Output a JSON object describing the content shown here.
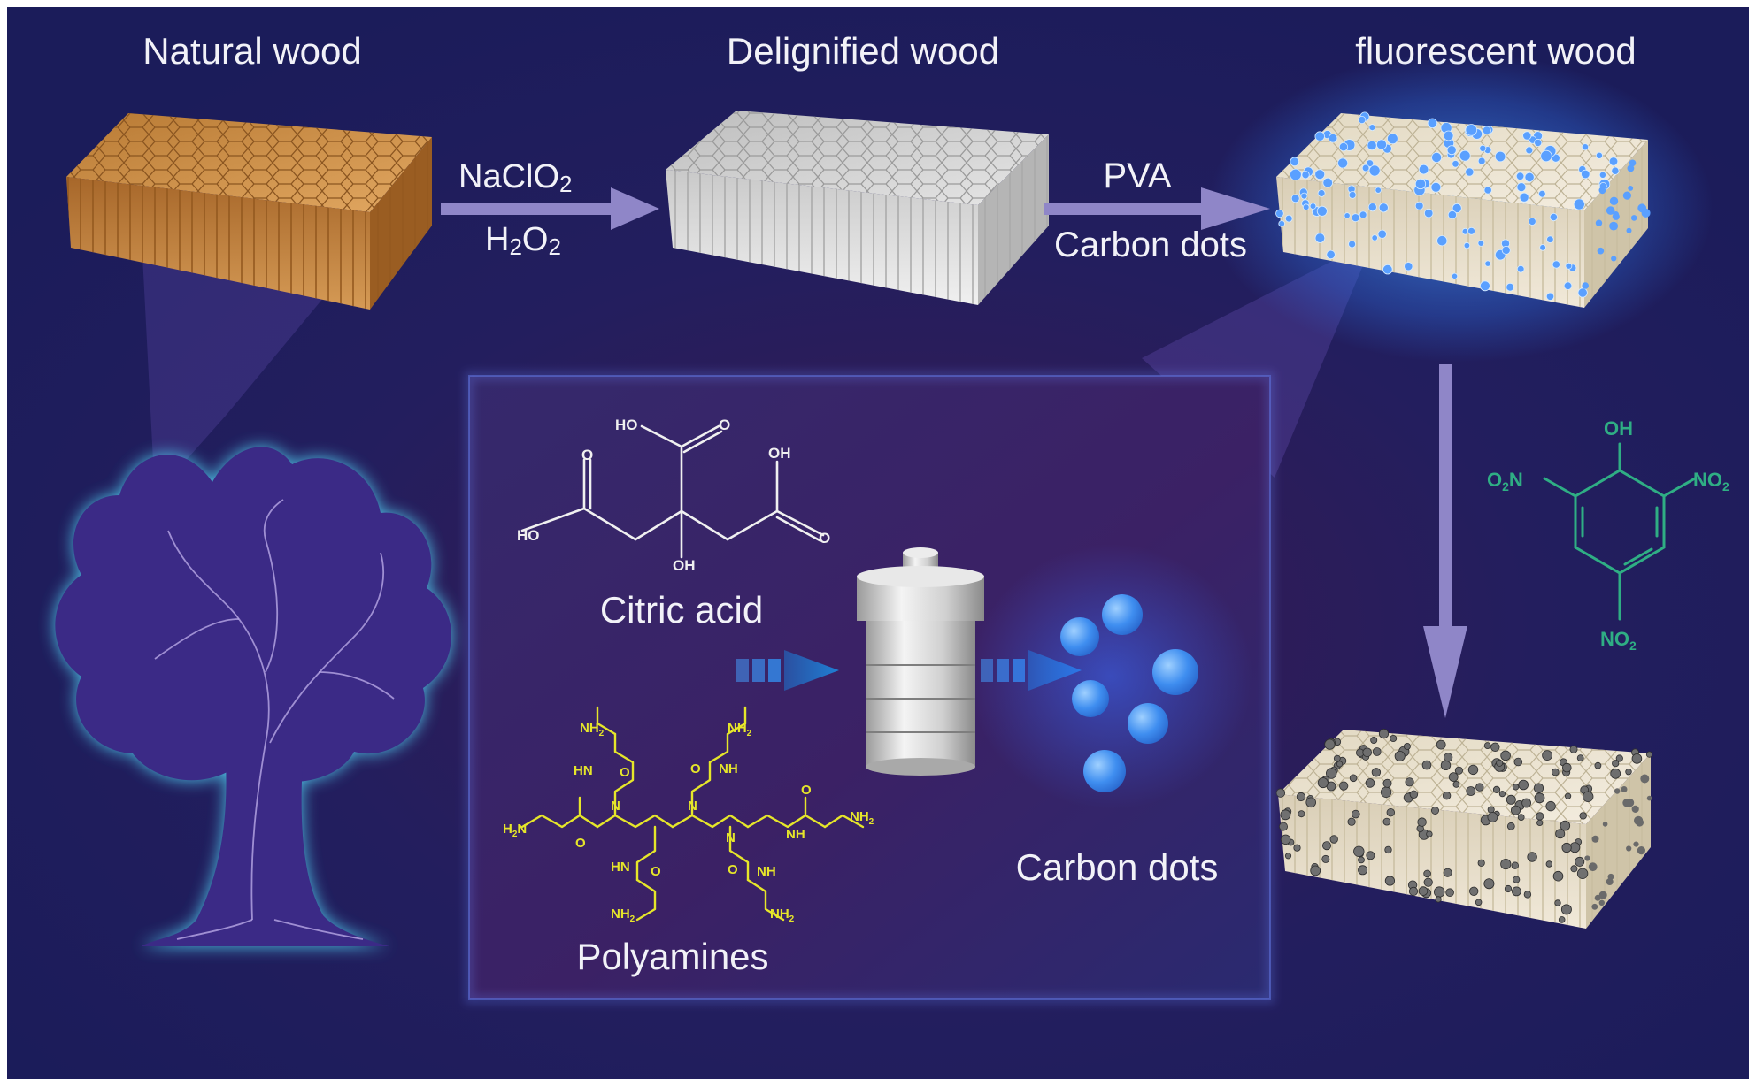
{
  "stages": {
    "natural": "Natural wood",
    "delignified": "Delignified wood",
    "fluorescent": "fluorescent wood"
  },
  "step1": {
    "top": "NaClO",
    "top_sub": "2",
    "bottom_a": "H",
    "bottom_sub1": "2",
    "bottom_b": "O",
    "bottom_sub2": "2"
  },
  "step2": {
    "top": "PVA",
    "bottom": "Carbon dots"
  },
  "inset": {
    "citric_label": "Citric acid",
    "polyamine_label": "Polyamines",
    "product_label": "Carbon dots"
  },
  "citric_atoms": {
    "ho_top": "HO",
    "o_top": "O",
    "o_left": "O",
    "oh_right": "OH",
    "ho_left": "HO",
    "oh_bottom": "OH",
    "o_right": "O"
  },
  "amine_atoms": {
    "nh2": "NH",
    "sub2": "2",
    "hn": "HN",
    "nh": "NH",
    "o": "O",
    "n": "N",
    "h2n": "H",
    "h2n_b": "N"
  },
  "tnp_atoms": {
    "oh": "OH",
    "o2n_a": "O",
    "o2n_sub": "2",
    "o2n_b": "N",
    "no2_a": "NO",
    "no2_sub": "2"
  },
  "colors": {
    "background": "#1d1d5c",
    "natural_wood": "#c6893f",
    "delignified_wood": "#d8d8d8",
    "fluorescent_wood": "#ece3cf",
    "carbon_dot": "#5aa0ff",
    "polyamine": "#e6e62a",
    "tnp": "#2fae84"
  }
}
